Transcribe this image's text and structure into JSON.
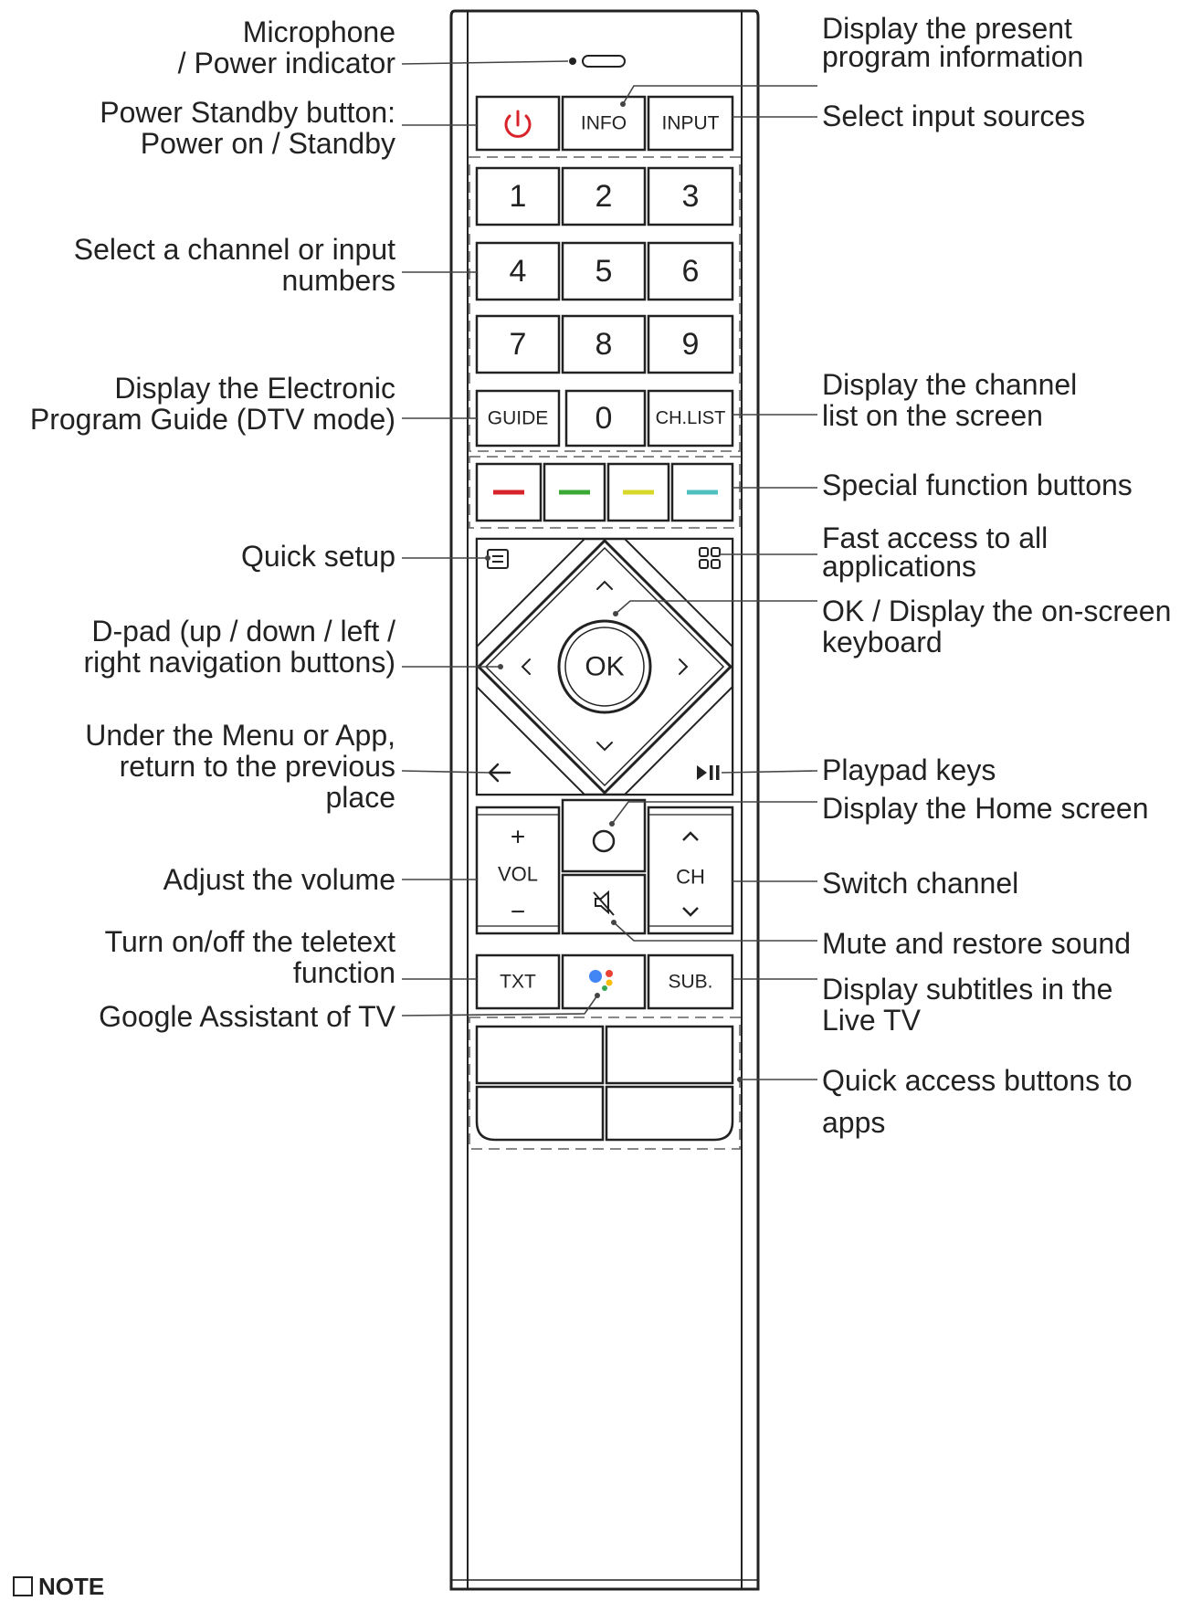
{
  "callouts": {
    "microphone": "Microphone\n/ Power indicator",
    "power": "Power Standby button:\nPower on / Standby",
    "numbers": "Select a channel or input\nnumbers",
    "guide": "Display the Electronic\nProgram Guide (DTV mode)",
    "quick_setup": "Quick setup",
    "dpad": "D-pad (up / down / left /\nright navigation buttons)",
    "back": "Under the Menu or App,\nreturn to the previous\nplace",
    "volume": "Adjust the volume",
    "teletext": "Turn on/off the teletext\nfunction",
    "assistant": "Google Assistant of TV",
    "info": "Display the present\nprogram information",
    "input": "Select input sources",
    "ch_list": "Display the channel\nlist on the screen",
    "special": "Special function buttons",
    "apps": "Fast access to all\napplications",
    "ok": "OK / Display the on-screen\nkeyboard",
    "playpad": "Playpad keys",
    "home": "Display the Home screen",
    "channel": "Switch channel",
    "mute": "Mute and restore sound",
    "subtitles": "Display subtitles in the\nLive TV",
    "quick_apps": "Quick access buttons to\napps"
  },
  "keys": {
    "info": "INFO",
    "input": "INPUT",
    "n1": "1",
    "n2": "2",
    "n3": "3",
    "n4": "4",
    "n5": "5",
    "n6": "6",
    "n7": "7",
    "n8": "8",
    "n9": "9",
    "guide": "GUIDE",
    "n0": "0",
    "ch_list": "CH.LIST",
    "ok": "OK",
    "vol": "VOL",
    "vol_plus": "+",
    "vol_minus": "−",
    "ch": "CH",
    "txt": "TXT",
    "sub": "SUB."
  },
  "colors": {
    "red": "#d8232a",
    "green": "#3aa935",
    "yellow": "#d7d82a",
    "cyan": "#4fbfc0",
    "power": "#d8232a",
    "assistant_blue": "#4285f4",
    "assistant_red": "#ea4335",
    "assistant_yellow": "#fbbc05",
    "assistant_green": "#34a853"
  },
  "note_label": "NOTE"
}
